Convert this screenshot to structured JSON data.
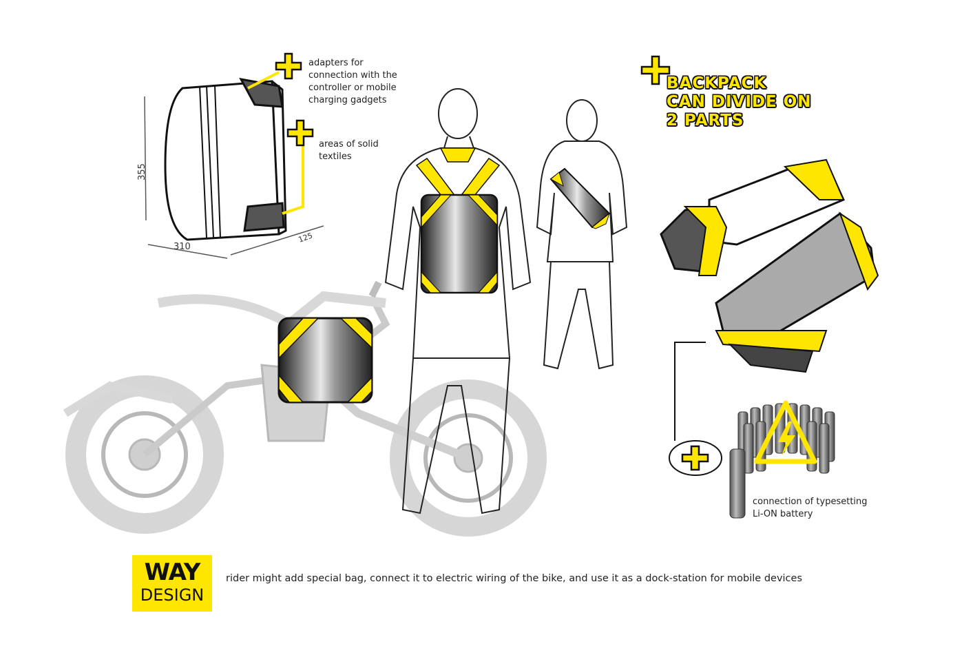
{
  "notes": {
    "adapters": "adapters for connection with the controller or mobile charging gadgets",
    "adapters_lines": [
      "adapters for",
      "connection with the",
      "controller or mobile",
      "charging gadgets"
    ],
    "textiles_lines": [
      "areas of solid",
      "textiles"
    ],
    "battery_lines": [
      "connection of typesetting",
      "Li-ON battery"
    ]
  },
  "headline_lines": [
    "BACKPACK",
    "CAN DIVIDE ON",
    "2 PARTS"
  ],
  "dimensions": {
    "height": "355",
    "width": "310",
    "depth": "125"
  },
  "logo": {
    "line1": "WAY",
    "line2": "DESIGN"
  },
  "footer": "rider might add special bag, connect it to electric wiring of the bike, and use it as a dock-station for mobile devices",
  "colors": {
    "accent": "#ffe600",
    "ink": "#111111",
    "bike_gray": "#cfcfcf"
  },
  "icons": [
    "plus-icon",
    "lightning-warning-icon"
  ]
}
